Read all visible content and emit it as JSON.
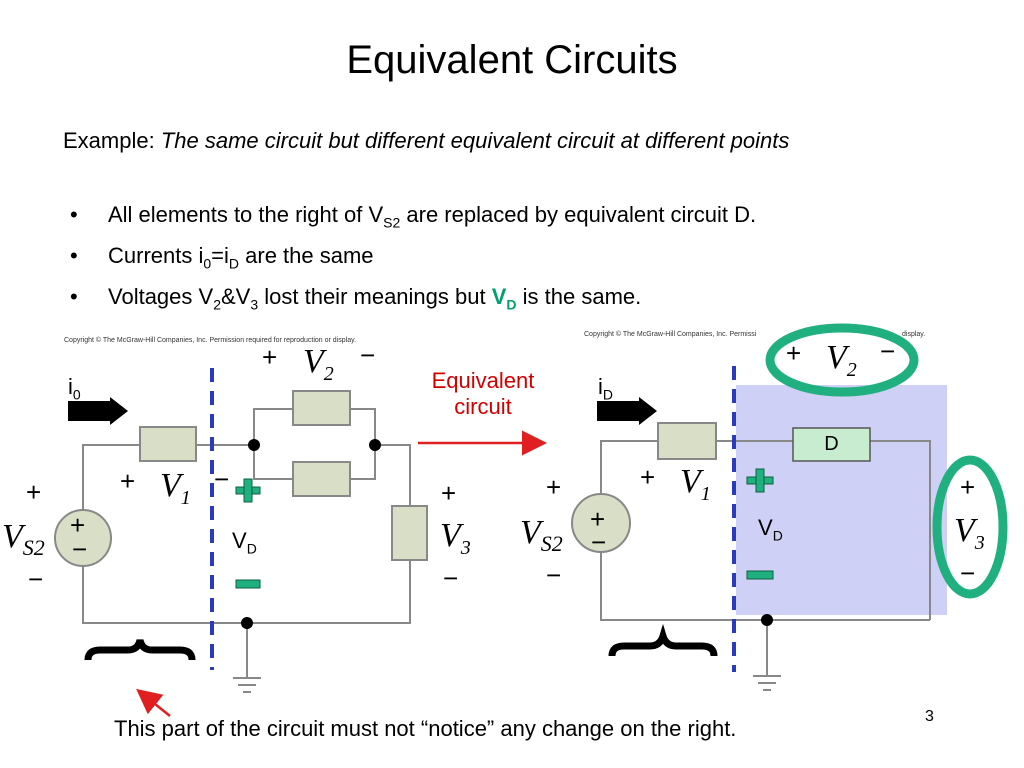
{
  "slide": {
    "title": "Equivalent Circuits",
    "example_label": "Example:",
    "example_text": "The same circuit but different equivalent circuit at different points",
    "bullets": [
      {
        "a": "All elements to the right of V",
        "sub": "S2",
        "b": " are replaced by equivalent circuit D."
      },
      {
        "a": "Currents i",
        "sub1": "0",
        "mid": "=i",
        "sub2": "D",
        "b": " are the same"
      },
      {
        "a": "Voltages V",
        "sub1": "2",
        "mid": "&V",
        "sub2": "3",
        "c": " lost their meanings but ",
        "vd": "V",
        "vd_sub": "D",
        "b": " is the same."
      }
    ],
    "bullet_glyph": "•",
    "footer": "This part of the circuit must not “notice” any change on the right.",
    "page_number": "3"
  },
  "left_circuit": {
    "copyright": "Copyright © The McGraw-Hill Companies, Inc. Permission required for reproduction or display.",
    "current": "i",
    "current_sub": "0",
    "vs_label": "V",
    "vs_sub": "S2",
    "v1": "V",
    "v1_sub": "1",
    "v2": "V",
    "v2_sub": "2",
    "v3": "V",
    "v3_sub": "3",
    "vd": "V",
    "vd_sub": "D",
    "plus": "+",
    "minus": "−"
  },
  "right_circuit": {
    "copyright": "Copyright © The McGraw-Hill Companies, Inc. Permissi",
    "copyright_tail": "display.",
    "current": "i",
    "current_sub": "D",
    "vs_label": "V",
    "vs_sub": "S2",
    "v1": "V",
    "v1_sub": "1",
    "v2": "V",
    "v2_sub": "2",
    "v3": "V",
    "v3_sub": "3",
    "vd": "V",
    "vd_sub": "D",
    "d_box": "D",
    "plus": "+",
    "minus": "−"
  },
  "arrow_label": {
    "line1": "Equivalent",
    "line2": "circuit"
  },
  "colors": {
    "box_fill": "#d8dfc6",
    "d_fill": "#c8ecd0",
    "shade": "#cfd0f5",
    "dashed": "#2a3bbd",
    "teal": "#20b080",
    "red": "#e02020"
  }
}
